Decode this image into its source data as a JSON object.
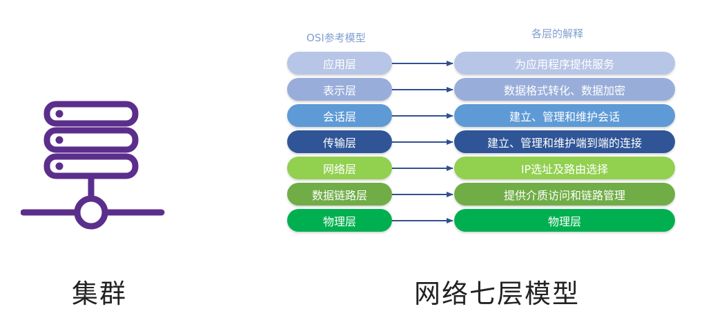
{
  "osi_header": "OSI参考模型",
  "explain_header": "各层的解释",
  "left_caption": "集群",
  "right_caption": "网络七层模型",
  "colors": {
    "icon": "#5b2e8c",
    "arrow": "#2f4f8f"
  },
  "layers": [
    {
      "name": "应用层",
      "desc": "为应用程序提供服务",
      "color": "#b7c5e6"
    },
    {
      "name": "表示层",
      "desc": "数据格式转化、数据加密",
      "color": "#98add9"
    },
    {
      "name": "会话层",
      "desc": "建立、管理和维护会话",
      "color": "#5e9ad6"
    },
    {
      "name": "传输层",
      "desc": "建立、管理和维护端到端的连接",
      "color": "#2f5597"
    },
    {
      "name": "网络层",
      "desc": "IP选址及路由选择",
      "color": "#92d050"
    },
    {
      "name": "数据链路层",
      "desc": "提供介质访问和链路管理",
      "color": "#70ad47"
    },
    {
      "name": "物理层",
      "desc": "物理层",
      "color": "#00b050"
    }
  ]
}
